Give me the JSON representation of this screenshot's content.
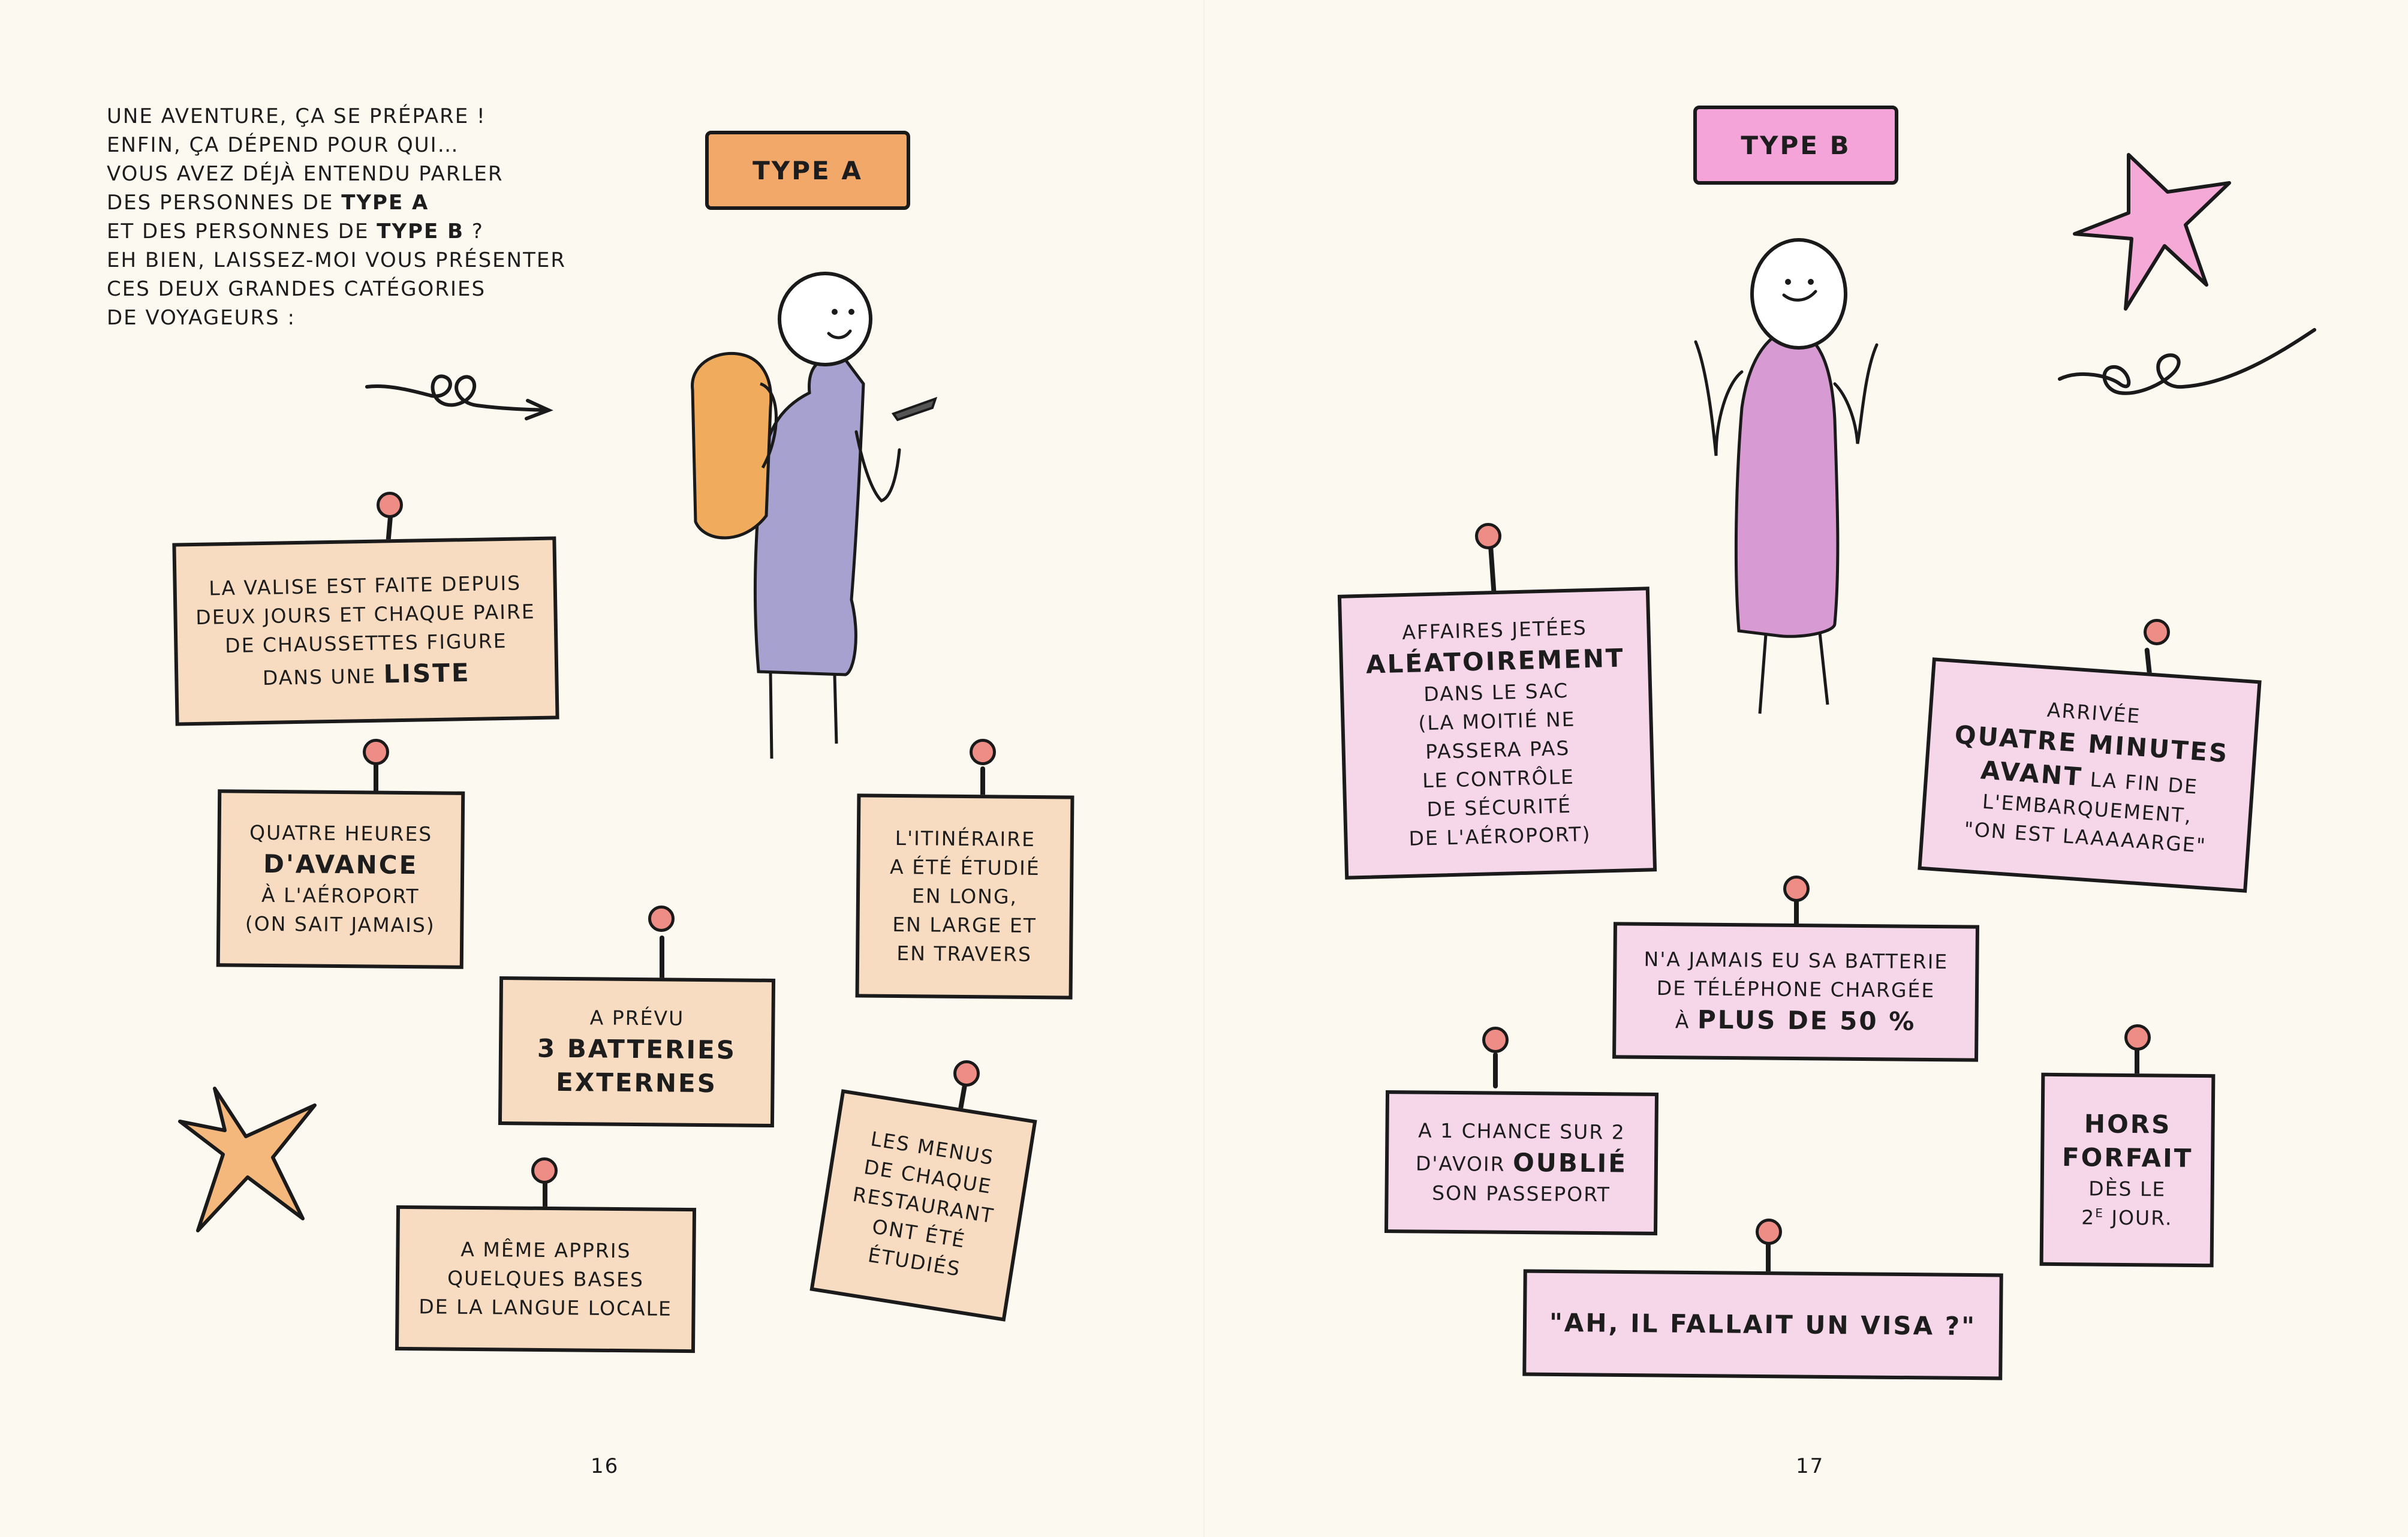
{
  "intro": {
    "lines": [
      "UNE AVENTURE, ÇA SE PRÉPARE !",
      "ENFIN, ÇA DÉPEND POUR QUI…",
      "VOUS AVEZ DÉJÀ ENTENDU PARLER",
      "DES PERSONNES DE ",
      "TYPE A",
      "ET DES PERSONNES DE ",
      "TYPE B",
      " ?",
      "EH BIEN, LAISSEZ-MOI VOUS PRÉSENTER",
      "CES DEUX GRANDES CATÉGORIES",
      "DE VOYAGEURS :"
    ]
  },
  "labels": {
    "type_a": "TYPE A",
    "type_b": "TYPE B"
  },
  "notes_a": {
    "valise": [
      "LA VALISE EST FAITE DEPUIS",
      "DEUX JOURS ET CHAQUE PAIRE",
      "DE CHAUSSETTES FIGURE",
      "DANS UNE ",
      "LISTE"
    ],
    "heures": [
      "QUATRE HEURES",
      "D'AVANCE",
      "À L'AÉROPORT",
      "(ON SAIT JAMAIS)"
    ],
    "itineraire": [
      "L'ITINÉRAIRE",
      "A ÉTÉ ÉTUDIÉ",
      "EN LONG,",
      "EN LARGE ET",
      "EN TRAVERS"
    ],
    "batteries": [
      "A PRÉVU",
      "3 BATTERIES",
      "EXTERNES"
    ],
    "langue": [
      "A MÊME APPRIS",
      "QUELQUES BASES",
      "DE LA LANGUE LOCALE"
    ],
    "menus": [
      "LES MENUS",
      "DE CHAQUE",
      "RESTAURANT",
      "ONT ÉTÉ",
      "ÉTUDIÉS"
    ]
  },
  "notes_b": {
    "affaires": [
      "AFFAIRES JETÉES",
      "ALÉATOIREMENT",
      "DANS LE SAC",
      "(LA MOITIÉ NE",
      "PASSERA PAS",
      "LE CONTRÔLE",
      "DE SÉCURITÉ",
      "DE L'AÉROPORT)"
    ],
    "arrivee": [
      "ARRIVÉE",
      "QUATRE MINUTES",
      "AVANT",
      " LA FIN DE",
      "L'EMBARQUEMENT,",
      "\"ON EST LAAAAARGE\""
    ],
    "batterie": [
      "N'A JAMAIS EU SA BATTERIE",
      "DE TÉLÉPHONE CHARGÉE",
      "À ",
      "PLUS DE 50 %"
    ],
    "passeport": [
      "A 1 CHANCE SUR 2",
      "D'AVOIR ",
      "OUBLIÉ",
      "SON PASSEPORT"
    ],
    "forfait": [
      "HORS",
      "FORFAIT",
      "DÈS LE",
      "2",
      "E",
      " JOUR."
    ],
    "visa": [
      "\"AH, IL FALLAIT UN VISA ?\""
    ]
  },
  "page_numbers": {
    "left": "16",
    "right": "17"
  },
  "colors": {
    "background": "#fcf9f1",
    "type_a_label": "#f2a868",
    "type_b_label": "#f4a4d8",
    "note_a": "#f7dcc1",
    "note_b": "#f6d7ea",
    "pin": "#ee8d86",
    "figure_a_body": "#a7a1cf",
    "backpack": "#f0ac5c",
    "figure_b_body": "#d79ad3",
    "star_orange": "#f4b77c",
    "star_pink": "#f4a9d6"
  },
  "icons": [
    "squiggle-arrow-icon",
    "backpacker-figure",
    "shrugging-figure",
    "orange-star-icon",
    "pink-star-icon",
    "squiggle-icon",
    "pin-icon"
  ]
}
